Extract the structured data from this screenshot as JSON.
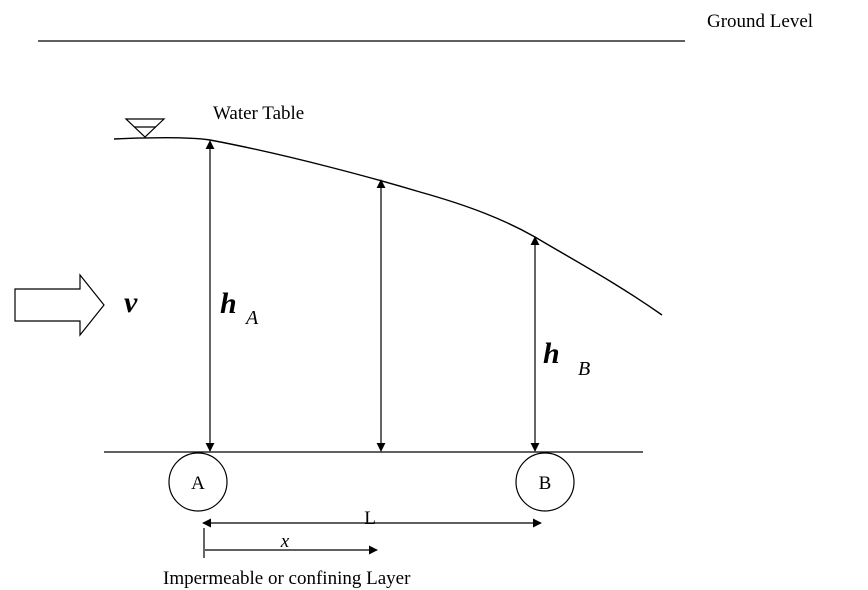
{
  "labels": {
    "ground_level": "Ground Level",
    "water_table": "Water Table",
    "velocity": "v",
    "h_a_main": "h",
    "h_a_sub": "A",
    "h_b_main": "h",
    "h_b_sub": "B",
    "well_a": "A",
    "well_b": "B",
    "length": "L",
    "distance": "x",
    "bottom_layer": "Impermeable or confining Layer"
  }
}
